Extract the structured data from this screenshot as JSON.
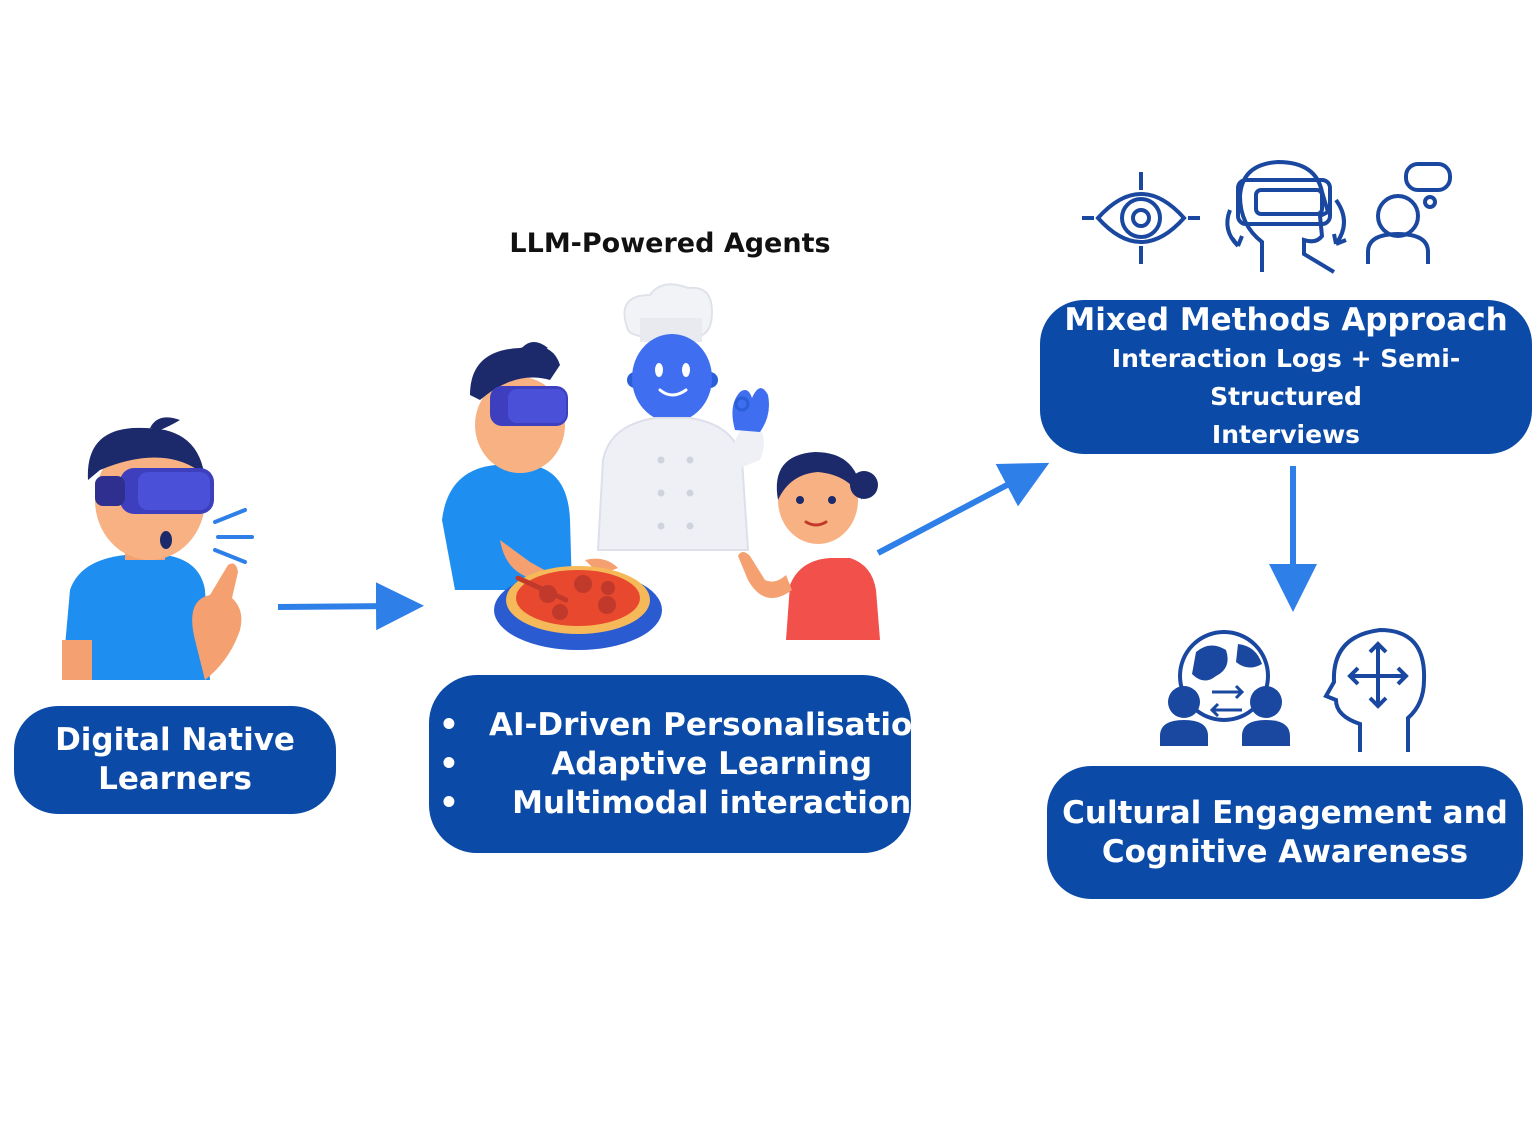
{
  "title": "LLM-Powered Agents",
  "learners": {
    "line1": "Digital Native",
    "line2": "Learners"
  },
  "features": [
    "AI-Driven Personalisation",
    "Adaptive Learning",
    "Multimodal interaction"
  ],
  "methods": {
    "title": "Mixed Methods Approach",
    "line1": "Interaction Logs + Semi-Structured",
    "line2": "Interviews"
  },
  "outcome": {
    "line1": "Cultural Engagement and",
    "line2": "Cognitive Awareness"
  },
  "colors": {
    "box": "#0b4aa6",
    "arrow": "#2f7fe8",
    "icon": "#1a48a0",
    "shirt": "#1e8ff0",
    "girl_shirt": "#f2504a"
  }
}
